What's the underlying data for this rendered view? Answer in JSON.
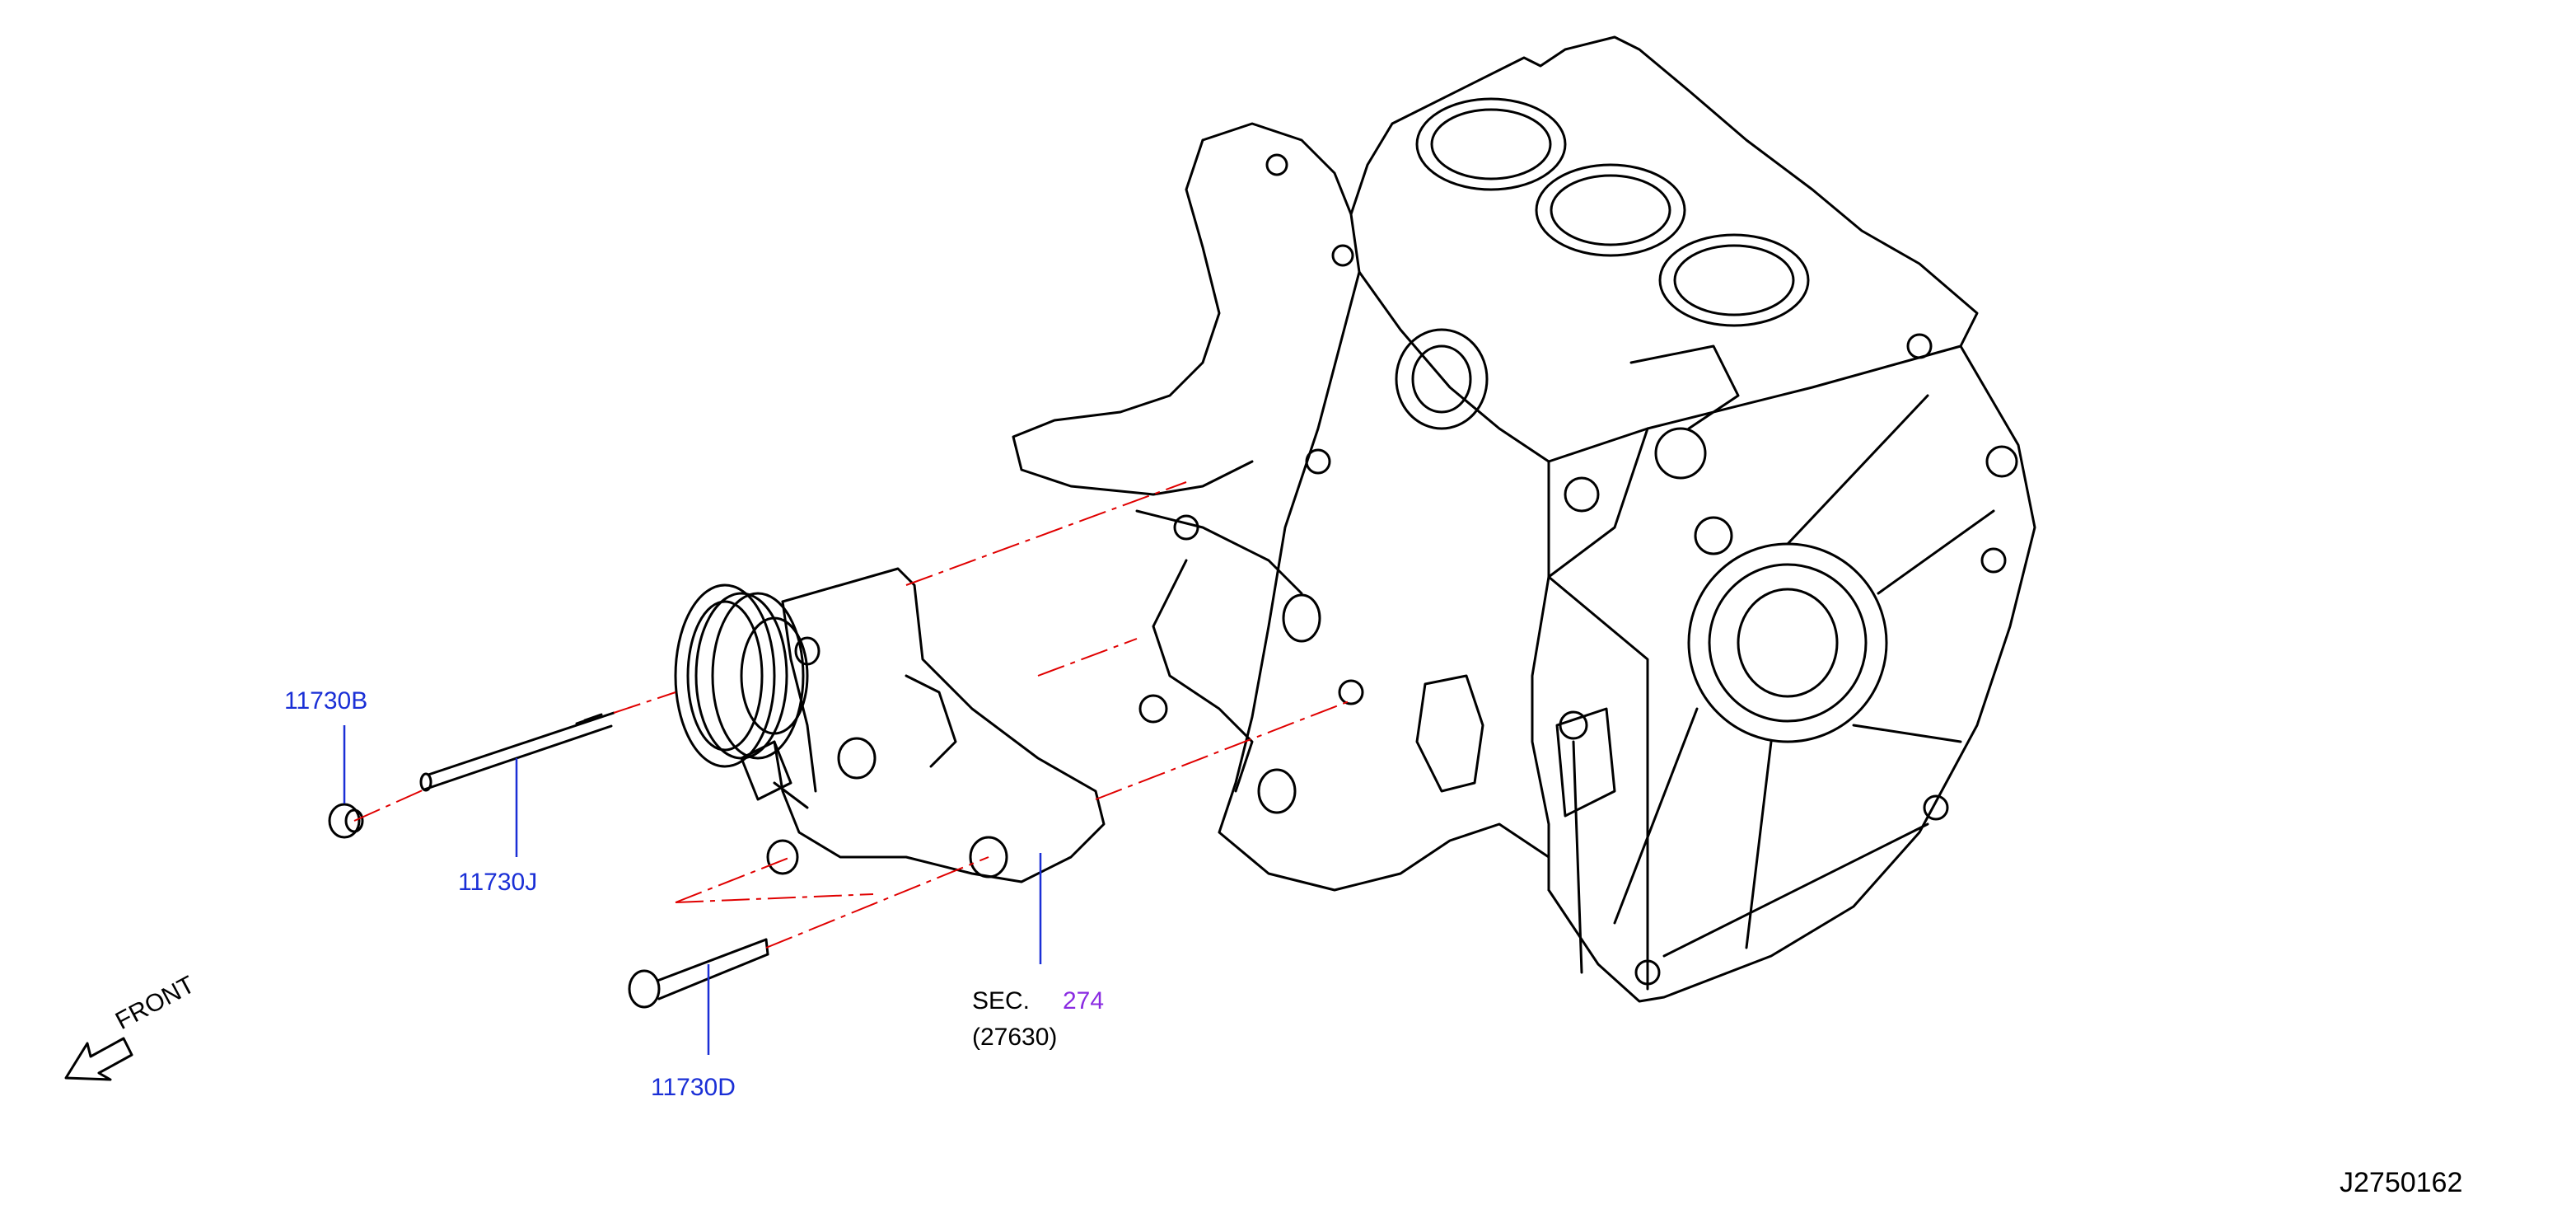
{
  "labels": {
    "part_11730b": "11730B",
    "part_11730j": "11730J",
    "part_11730d": "11730D",
    "sec_prefix": "SEC.",
    "sec_number": "274",
    "sec_part": "(27630)",
    "front": "FRONT",
    "diagram_id": "J2750162"
  },
  "colors": {
    "callout_text": "#1a2fd6",
    "section_link": "#8a2be2",
    "assembly_line": "#e00000",
    "outline": "#000000"
  },
  "icons": {
    "front_arrow": "front-arrow-icon"
  }
}
